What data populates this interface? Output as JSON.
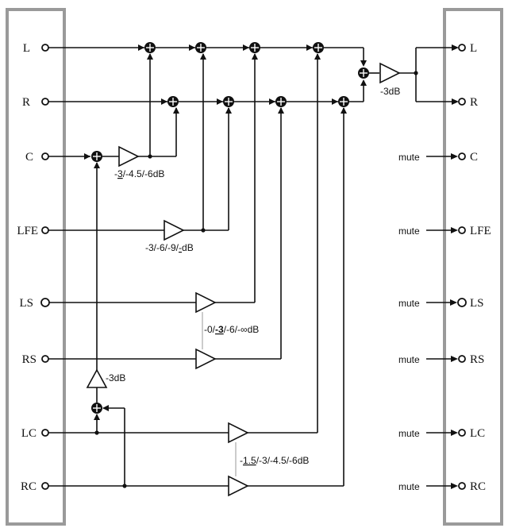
{
  "inputs": {
    "L": "L",
    "R": "R",
    "C": "C",
    "LFE": "LFE",
    "LS": "LS",
    "RS": "RS",
    "LC": "LC",
    "RC": "RC"
  },
  "outputs": {
    "L": "L",
    "R": "R",
    "C": "C",
    "LFE": "LFE",
    "LS": "LS",
    "RS": "RS",
    "LC": "LC",
    "RC": "RC"
  },
  "mute": {
    "C": "mute",
    "LFE": "mute",
    "LS": "mute",
    "RS": "mute",
    "LC": "mute",
    "RC": "mute"
  },
  "gains": {
    "center": {
      "pre": "-",
      "underlined": "3",
      "post": "/-4.5/-6dB"
    },
    "lfe": {
      "pre": "-3/-6/-9/",
      "underlined": "-",
      "post": "dB"
    },
    "surround": {
      "pre": "-0/",
      "underlined": "-3",
      "post": "/-6/-∞dB"
    },
    "center_back": {
      "pre": "-3dB"
    },
    "lcrc": {
      "pre": "-",
      "underlined": "1.5",
      "post": "/-3/-4.5/-6dB"
    },
    "output": {
      "pre": "-3dB"
    }
  }
}
